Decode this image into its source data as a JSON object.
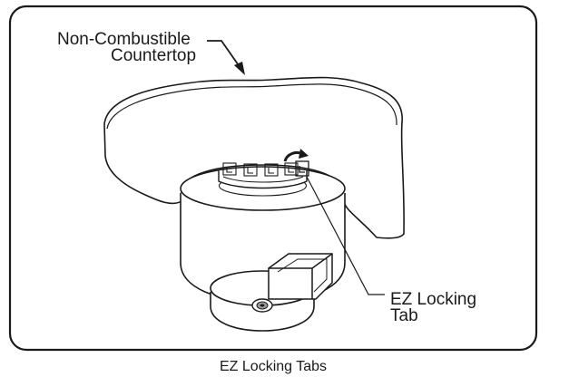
{
  "labels": {
    "countertop_line1": "Non-Combustible",
    "countertop_line2": "Countertop",
    "tab_line1": "EZ Locking",
    "tab_line2": "Tab"
  },
  "caption": "EZ Locking Tabs",
  "colors": {
    "stroke": "#1a1a1a",
    "background": "#ffffff"
  }
}
